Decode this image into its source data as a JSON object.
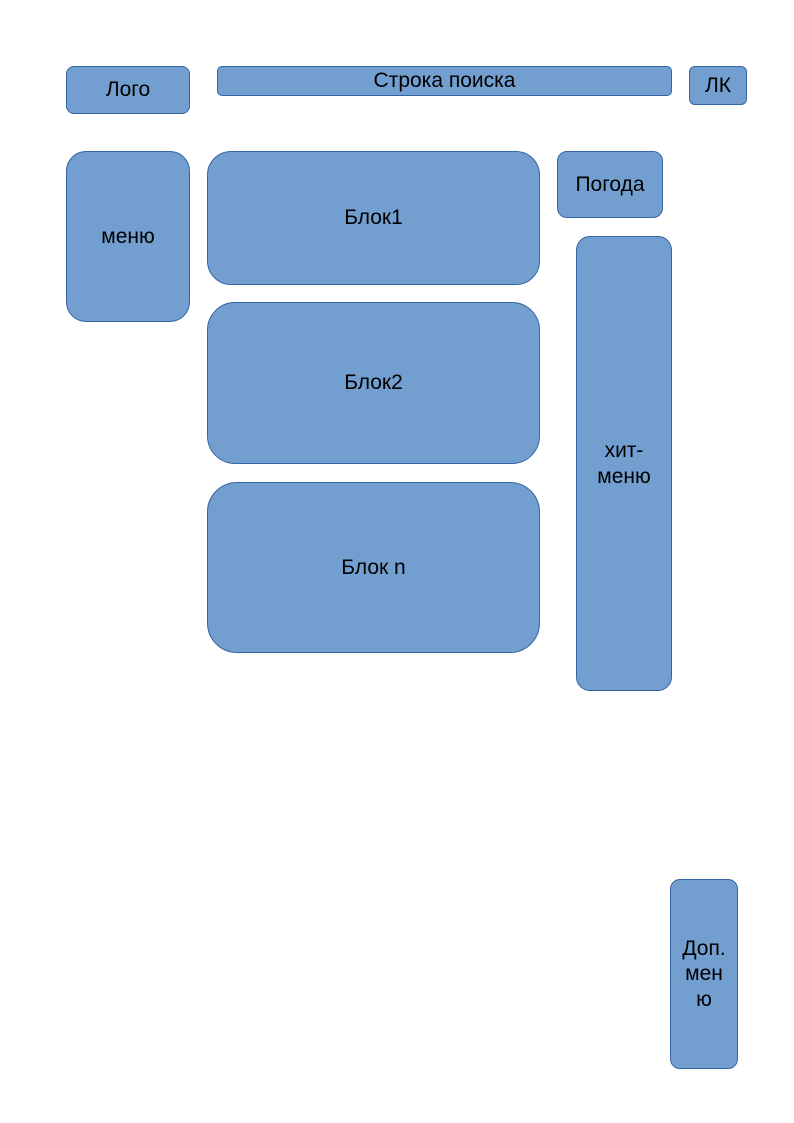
{
  "header": {
    "logo": "Лого",
    "search": "Строка поиска",
    "account": "ЛК"
  },
  "sidebar": {
    "menu": "меню"
  },
  "main": {
    "blocks": [
      "Блок1",
      "Блок2",
      "Блок n"
    ]
  },
  "right": {
    "weather": "Погода",
    "hit_menu": "хит-меню",
    "extra_menu": "Доп. меню"
  },
  "colors": {
    "box_fill": "#729fcf",
    "box_border": "#3465a4"
  }
}
